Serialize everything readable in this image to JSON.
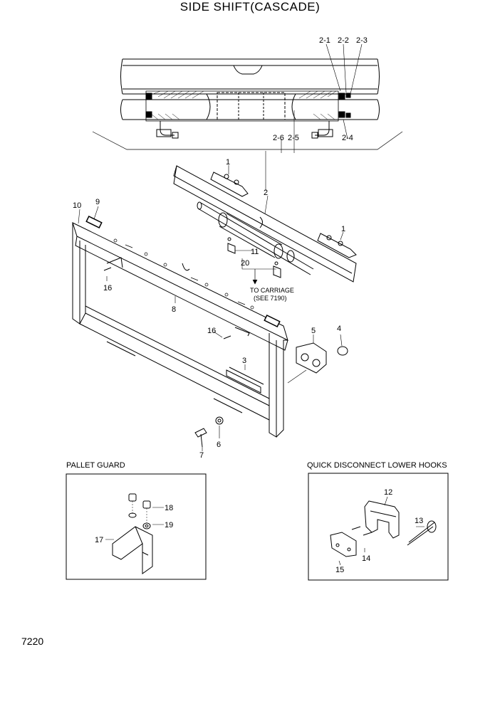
{
  "title": "SIDE SHIFT(CASCADE)",
  "page_number": "7220",
  "sections": {
    "pallet_guard": "PALLET GUARD",
    "quick_disconnect": "QUICK DISCONNECT LOWER HOOKS"
  },
  "note": {
    "line1": "TO CARRIAGE",
    "line2": "(SEE 7190)"
  },
  "callouts": {
    "c2_1": "2-1",
    "c2_2": "2-2",
    "c2_3": "2-3",
    "c2_6": "2-6",
    "c2_5": "2-5",
    "c2_4": "2-4",
    "c1a": "1",
    "c1b": "1",
    "c2": "2",
    "c9": "9",
    "c10": "10",
    "c11": "11",
    "c20": "20",
    "c16a": "16",
    "c16b": "16",
    "c8": "8",
    "c5": "5",
    "c4": "4",
    "c3": "3",
    "c7": "7",
    "c6": "6",
    "c18": "18",
    "c19": "19",
    "c17": "17",
    "c12": "12",
    "c13": "13",
    "c14": "14",
    "c15": "15"
  }
}
